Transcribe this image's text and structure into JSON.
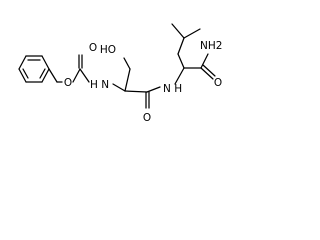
{
  "structure": {
    "atoms": {
      "ester_oxygen": "O",
      "carbamate_carbonyl": "O",
      "carbamate_nh": "H N",
      "hydroxyl": "HO",
      "amide_nh": "N H",
      "amide_carbonyl": "O",
      "primary_amide_nh2": "NH2",
      "primary_amide_oxygen": "O"
    }
  }
}
